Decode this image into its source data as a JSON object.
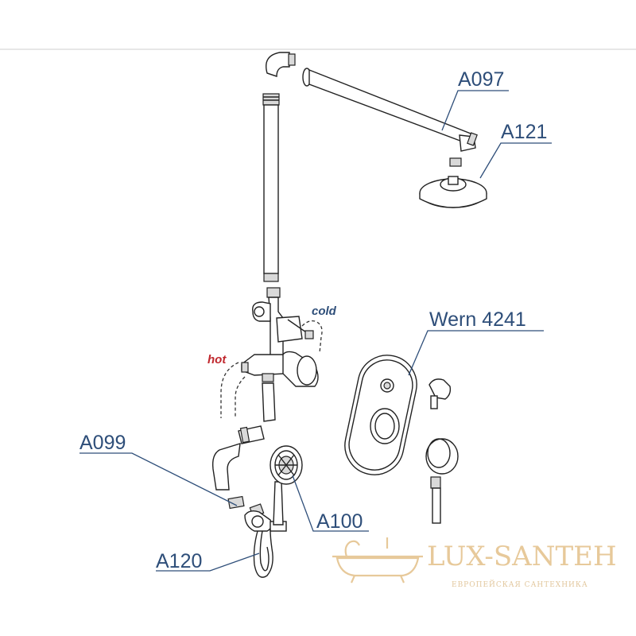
{
  "labels": {
    "a097": "A097",
    "a121": "A121",
    "wern": "Wern 4241",
    "a099": "A099",
    "a100": "A100",
    "a120": "A120"
  },
  "flow": {
    "cold": "cold",
    "hot": "hot"
  },
  "colors": {
    "label": "#2e4e79",
    "hot": "#c0272d",
    "cold": "#2e4e79",
    "watermark": "#e7c99a"
  },
  "watermark": {
    "brand": "LUX-SANTEH",
    "tagline": "ЕВРОПЕЙСКАЯ САНТЕХНИКА"
  }
}
